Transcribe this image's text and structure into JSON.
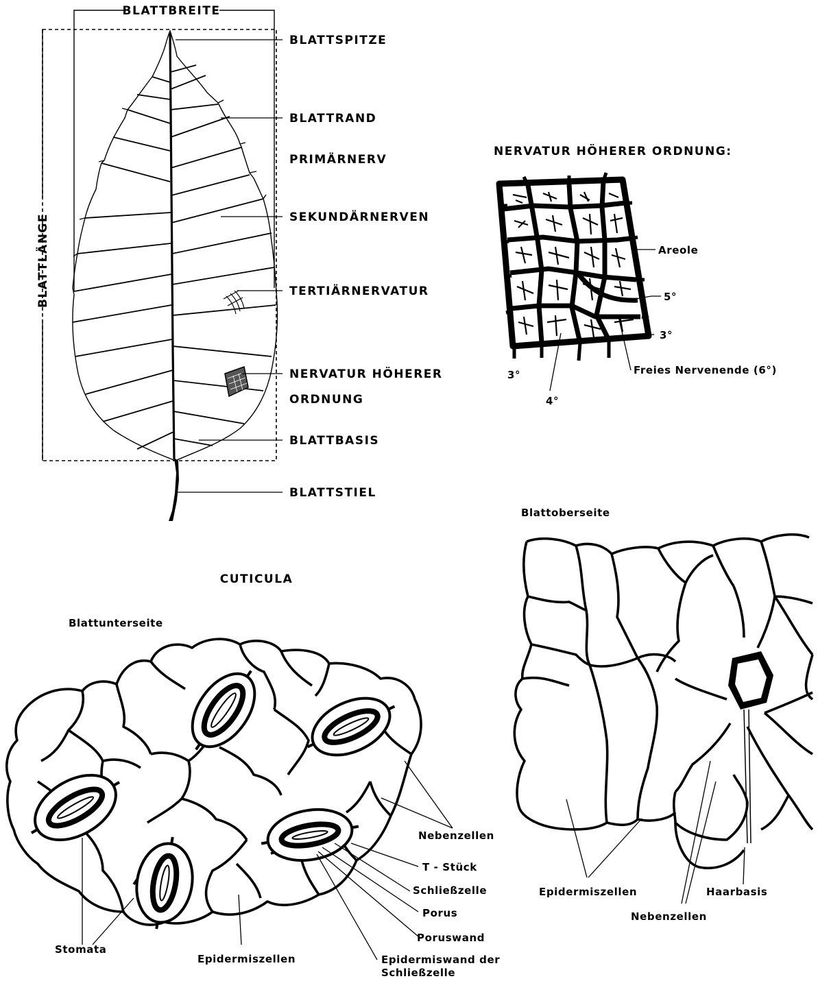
{
  "leaf": {
    "width_label": "BLATTBREITE",
    "length_label": "BLATTLÄNGE",
    "parts": {
      "tip": "BLATTSPITZE",
      "margin": "BLATTRAND",
      "primary_vein": "PRIMÄRNERV",
      "secondary_veins": "SEKUNDÄRNERVEN",
      "tertiary_venation": "TERTIÄRNERVATUR",
      "higher_order_line1": "NERVATUR HÖHERER",
      "higher_order_line2": "ORDNUNG",
      "base": "BLATTBASIS",
      "petiole": "BLATTSTIEL"
    }
  },
  "venation": {
    "title": "NERVATUR HÖHERER ORDNUNG:",
    "areole": "Areole",
    "order5": "5°",
    "order3_right": "3°",
    "order3_left": "3°",
    "order4": "4°",
    "free_ending": "Freies Nervenende (6°)"
  },
  "cuticula": {
    "title": "CUTICULA",
    "lower_side": {
      "title": "Blattunterseite",
      "labels": {
        "nebenzellen": "Nebenzellen",
        "t_stueck": "T - Stück",
        "schliesszelle": "Schließzelle",
        "porus": "Porus",
        "poruswand": "Poruswand",
        "epidermiswand_1": "Epidermiswand der",
        "epidermiswand_2": "Schließzelle",
        "stomata": "Stomata",
        "epidermiszellen": "Epidermiszellen"
      }
    },
    "upper_side": {
      "title": "Blattoberseite",
      "labels": {
        "epidermiszellen": "Epidermiszellen",
        "nebenzellen": "Nebenzellen",
        "haarbasis": "Haarbasis"
      }
    }
  }
}
